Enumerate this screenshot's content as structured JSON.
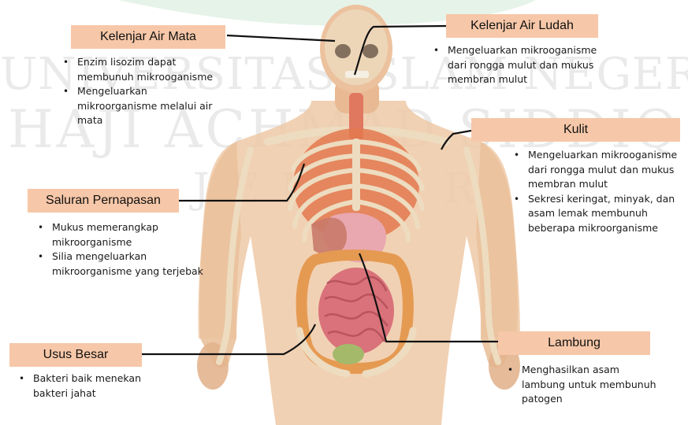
{
  "watermark": {
    "line1": "UNIVERSITAS ISLAM NEGERI",
    "line2": "HAJI ACHMAD SIDDIQ",
    "line3": "JEMBER"
  },
  "callouts": {
    "kelenjar_air_mata": {
      "label": "Kelenjar Air Mata",
      "bullets": [
        "Enzim lisozim dapat membunuh mikrooganisme",
        "Mengeluarkan mikroorganisme melalui air mata"
      ]
    },
    "kelenjar_air_ludah": {
      "label": "Kelenjar Air Ludah",
      "bullets": [
        "Mengeluarkan mikrooganisme dari rongga mulut dan mukus membran mulut"
      ]
    },
    "kulit": {
      "label": "Kulit",
      "bullets": [
        "Mengeluarkan mikrooganisme dari rongga mulut dan mukus membran mulut",
        "Sekresi keringat, minyak, dan asam lemak membunuh beberapa mikroorganisme"
      ]
    },
    "saluran_pernapasan": {
      "label": "Saluran Pernapasan",
      "bullets": [
        "Mukus memerangkap mikroorganisme",
        "Silia mengeluarkan mikroorganisme yang terjebak"
      ]
    },
    "usus_besar": {
      "label": "Usus Besar",
      "bullets": [
        "Bakteri baik menekan bakteri jahat"
      ]
    },
    "lambung": {
      "label": "Lambung",
      "bullets": [
        "Menghasilkan asam lambung untuk membunuh patogen"
      ]
    }
  },
  "colors": {
    "label_bg": "#f6c7a8",
    "leader_line": "#111111",
    "skin": "#efc9a6",
    "bone": "#eddcc0",
    "muscle": "#e3794f",
    "intestine": "#d9727a"
  }
}
